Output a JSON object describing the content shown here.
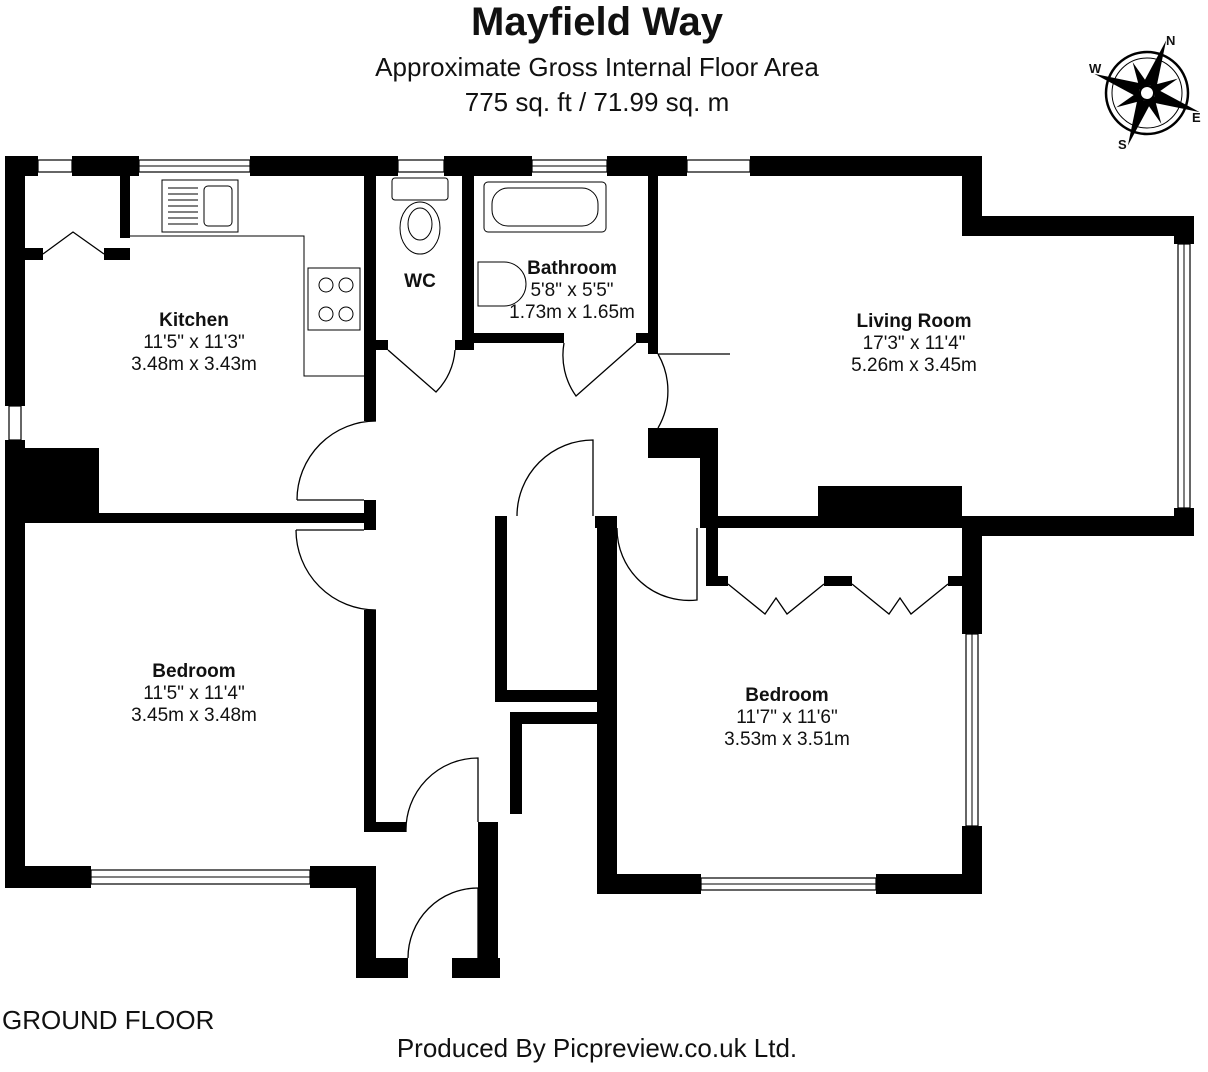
{
  "header": {
    "title": "Mayfield Way",
    "subtitle": "Approximate Gross Internal Floor Area",
    "area": "775 sq. ft / 71.99 sq. m"
  },
  "compass": {
    "north": "N",
    "south": "S",
    "east": "E",
    "west": "W"
  },
  "rooms": {
    "kitchen": {
      "name": "Kitchen",
      "imperial": "11'5\" x 11'3\"",
      "metric": "3.48m x 3.43m"
    },
    "wc": {
      "name": "WC"
    },
    "bathroom": {
      "name": "Bathroom",
      "imperial": "5'8\" x 5'5\"",
      "metric": "1.73m x 1.65m"
    },
    "living_room": {
      "name": "Living Room",
      "imperial": "17'3\" x 11'4\"",
      "metric": "5.26m x 3.45m"
    },
    "bedroom_left": {
      "name": "Bedroom",
      "imperial": "11'5\" x 11'4\"",
      "metric": "3.45m x 3.48m"
    },
    "bedroom_right": {
      "name": "Bedroom",
      "imperial": "11'7\" x 11'6\"",
      "metric": "3.53m x 3.51m"
    }
  },
  "footer": {
    "floor_label": "GROUND FLOOR",
    "credit": "Produced By Picpreview.co.uk Ltd."
  }
}
